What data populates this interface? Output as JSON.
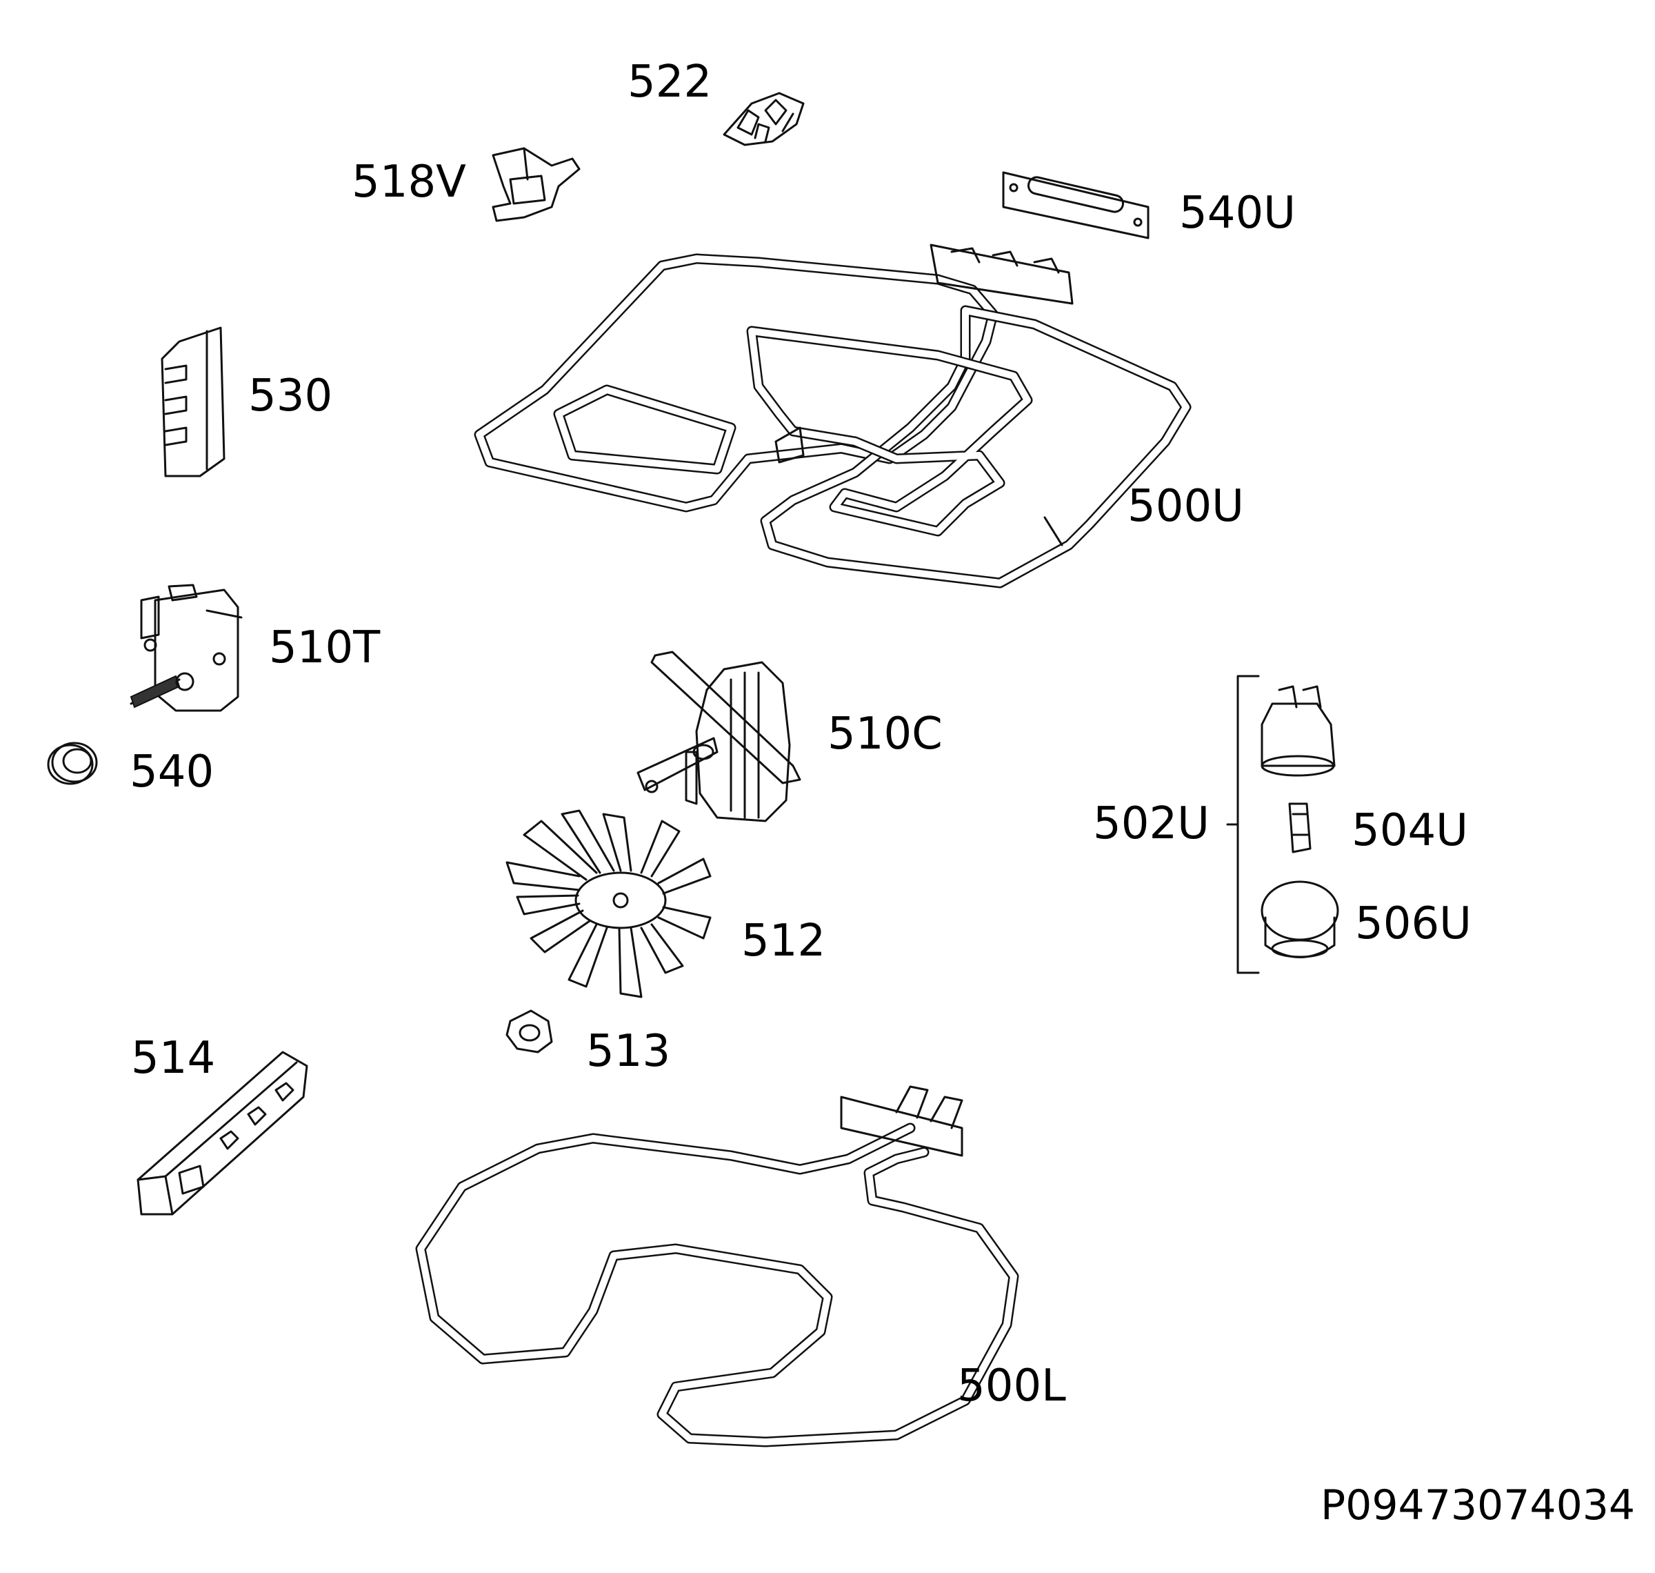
{
  "labels": {
    "p522": "522",
    "p518v": "518V",
    "p540u": "540U",
    "p530": "530",
    "p500u": "500U",
    "p510t": "510T",
    "p540": "540",
    "p510c": "510C",
    "p502u": "502U",
    "p504u": "504U",
    "p506u": "506U",
    "p512": "512",
    "p514": "514",
    "p513": "513",
    "p500l": "500L"
  },
  "drawing_code": "P09473074034"
}
